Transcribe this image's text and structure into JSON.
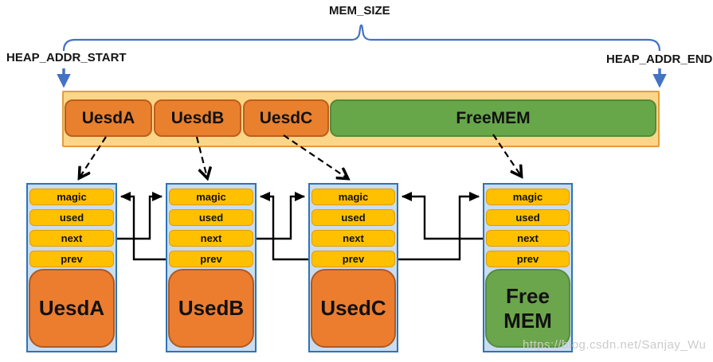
{
  "labels": {
    "mem_size": "MEM_SIZE",
    "heap_addr_start": "HEAP_ADDR_START",
    "heap_addr_end": "HEAP_ADDR_END"
  },
  "memory_bar": {
    "segments": [
      {
        "label": "UesdA",
        "type": "used"
      },
      {
        "label": "UesdB",
        "type": "used"
      },
      {
        "label": "UesdC",
        "type": "used"
      },
      {
        "label": "FreeMEM",
        "type": "free"
      }
    ]
  },
  "blocks": [
    {
      "rows": [
        "magic",
        "used",
        "next",
        "prev"
      ],
      "body": "UesdA",
      "type": "used"
    },
    {
      "rows": [
        "magic",
        "used",
        "next",
        "prev"
      ],
      "body": "UsedB",
      "type": "used"
    },
    {
      "rows": [
        "magic",
        "used",
        "next",
        "prev"
      ],
      "body": "UsedC",
      "type": "used"
    },
    {
      "rows": [
        "magic",
        "used",
        "next",
        "prev"
      ],
      "body": "Free",
      "body2": "MEM",
      "type": "free"
    }
  ],
  "watermark": "https://blog.csdn.net/Sanjay_Wu",
  "colors": {
    "used_fill": "#EC7D2F",
    "used_border": "#AE5A21",
    "free_fill": "#6CA64C",
    "free_border": "#558C3F",
    "header_row_fill": "#FFC000",
    "header_row_border": "#DF9D00",
    "bar_fill": "#FBD689",
    "bar_border": "#E79A3C",
    "container_fill": "#C9DCF0",
    "container_border": "#2E74B5",
    "accent_blue": "#4472C4",
    "connector_black": "#000000"
  }
}
